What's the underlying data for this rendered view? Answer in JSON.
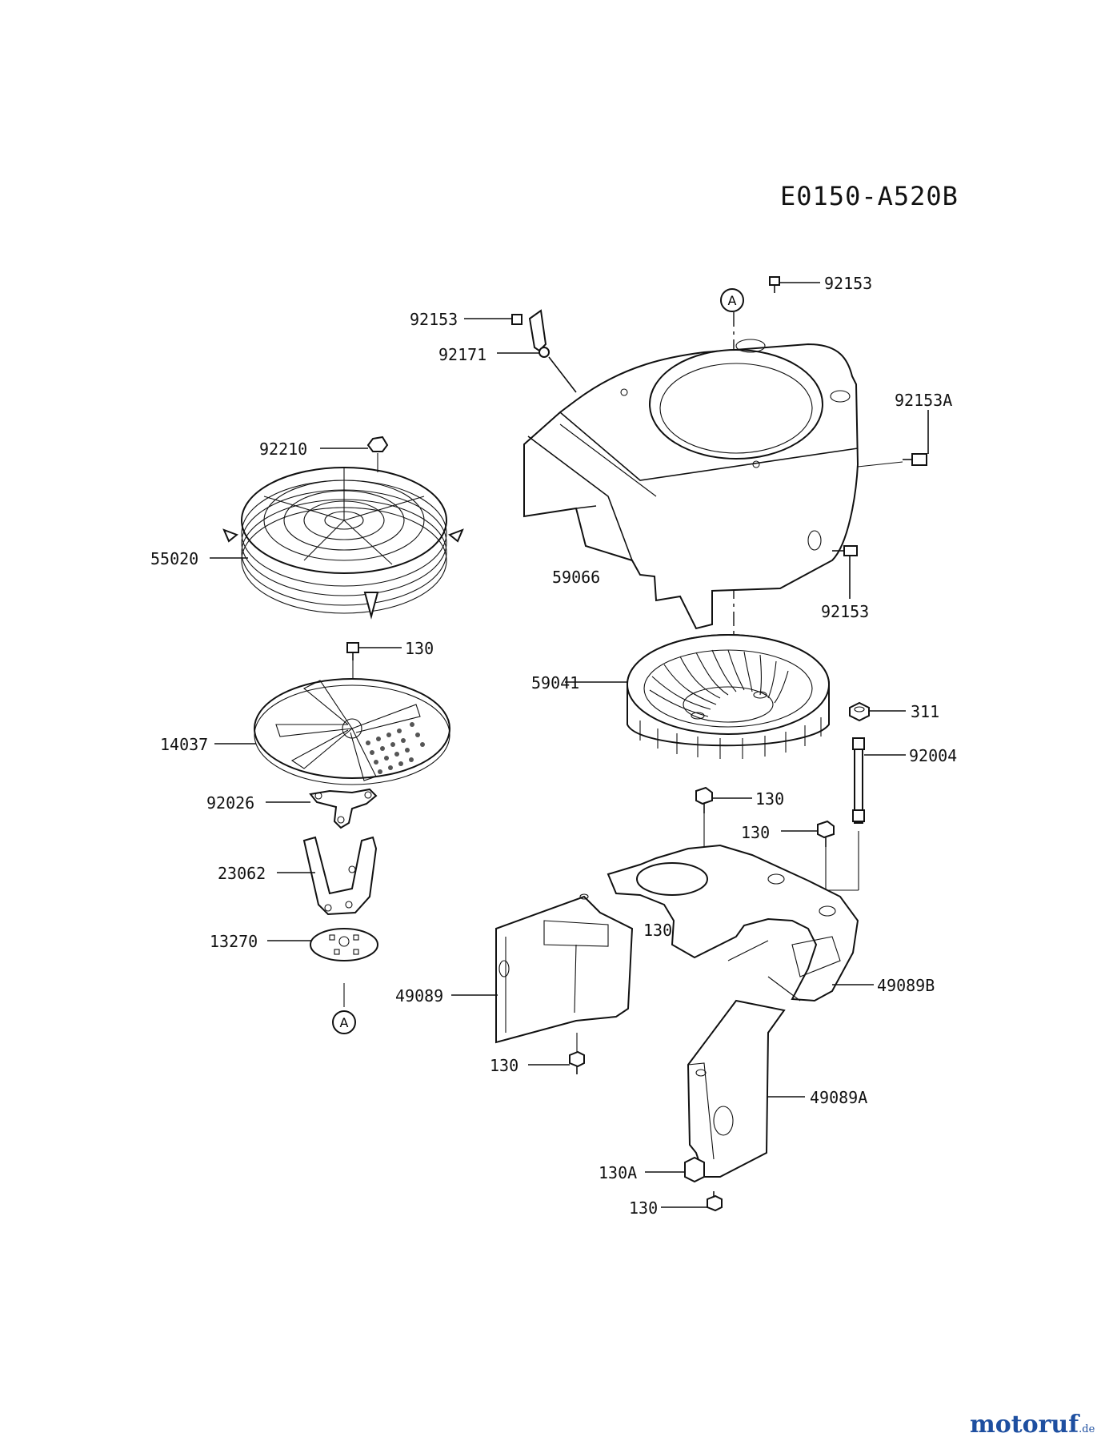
{
  "diagram_code": "E0150-A520B",
  "reference_marker": "A",
  "watermark": {
    "brand": "motoruf",
    "suffix": ".de"
  },
  "callouts": {
    "c92153_top": "92153",
    "c92153_left": "92153",
    "c92171": "92171",
    "c92153A": "92153A",
    "c92210": "92210",
    "c55020": "55020",
    "c59066": "59066",
    "c92153_right": "92153",
    "c130_a": "130",
    "c59041": "59041",
    "c311": "311",
    "c14037": "14037",
    "c92004": "92004",
    "c130_b": "130",
    "c92026": "92026",
    "c130_c": "130",
    "c23062": "23062",
    "c13270": "13270",
    "c130_d": "130",
    "c49089": "49089",
    "c49089B": "49089B",
    "c130_e": "130",
    "c49089A": "49089A",
    "c130A": "130A",
    "c130_f": "130"
  }
}
